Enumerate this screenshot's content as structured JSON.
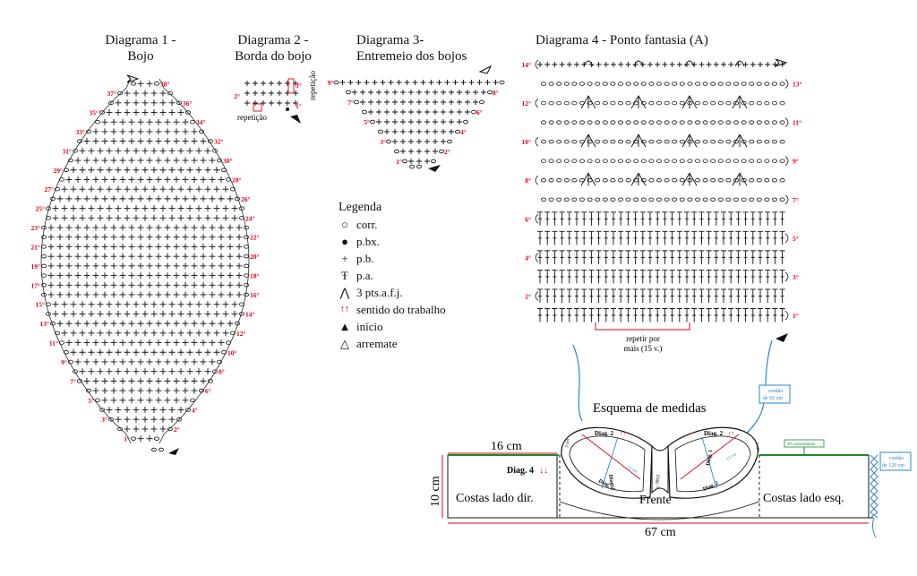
{
  "titles": {
    "d1_line1": "Diagrama 1 -",
    "d1_line2": "Bojo",
    "d2_line1": "Diagrama 2 -",
    "d2_line2": "Borda do bojo",
    "d3_line1": "Diagrama 3-",
    "d3_line2": "Entremeio dos bojos",
    "d4": "Diagrama 4 - Ponto fantasia (A)"
  },
  "diagram2": {
    "repeat_label_bottom": "repetição",
    "repeat_label_side": "repetição",
    "rows": [
      "1°",
      "2°",
      "3°"
    ]
  },
  "diagram4": {
    "repeat_note_line1": "repetir por",
    "repeat_note_line2": "mais (15 v.)"
  },
  "legend": {
    "title": "Legenda",
    "items": [
      {
        "symbol": "chain-oval",
        "label": "corr."
      },
      {
        "symbol": "dot",
        "label": "p.bx."
      },
      {
        "symbol": "plus",
        "label": "p.b."
      },
      {
        "symbol": "t",
        "label": "p.a."
      },
      {
        "symbol": "cluster",
        "label": "3 pts.a.f.j."
      },
      {
        "symbol": "red-arrows",
        "label": "sentido do trabalho"
      },
      {
        "symbol": "filled-arrow",
        "label": "início"
      },
      {
        "symbol": "open-arrow",
        "label": "arremate"
      }
    ]
  },
  "schema": {
    "title": "Esquema de medidas",
    "width_top": "16 cm",
    "height": "10 cm",
    "total": "67 cm",
    "diag4": "Diag. 4",
    "costas_dir": "Costas lado dir.",
    "frente": "Frente",
    "costas_esq": "Costas lado esq.",
    "diag2": "Diag. 2",
    "diag1": "Diag. 1",
    "cordao1_line1": "cordão",
    "cordao1_line2": "de 92 cm",
    "cordao2_line1": "cordão",
    "cordao2_line2": "de 120 cm",
    "correntinhas": "40 correntinhas",
    "cm_3": "3 cm",
    "cm_12": "12 cm"
  },
  "colors": {
    "red": "#e0001b",
    "blue": "#2a86c8",
    "green": "#1e8a2e",
    "ink": "#111111"
  }
}
